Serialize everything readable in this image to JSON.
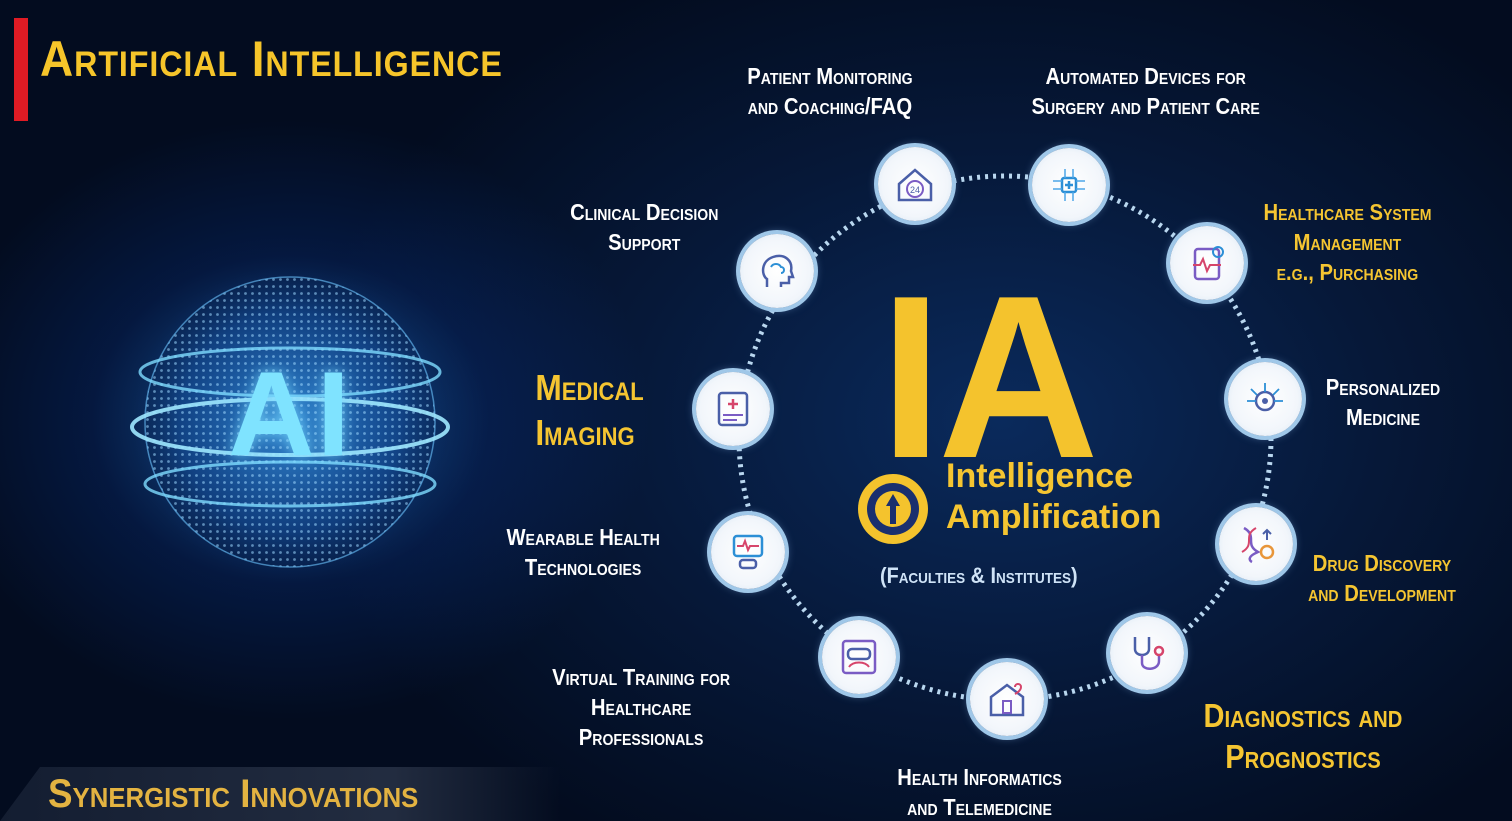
{
  "title": "Artificial Intelligence",
  "footer": "Synergistic Innovations",
  "globe_text": "AI",
  "center": {
    "big": "IA",
    "line1": "Intelligence",
    "line2": "Amplification",
    "faculties": "(Faculties & Institutes)"
  },
  "nodes": [
    {
      "id": "patient-monitoring",
      "icon": "house-24-icon",
      "lines": [
        "Patient Monitoring",
        "and Coaching/FAQ"
      ]
    },
    {
      "id": "automated-devices",
      "icon": "medical-cross-circuit-icon",
      "lines": [
        "Automated Devices for",
        "Surgery and Patient Care"
      ]
    },
    {
      "id": "healthcare-system",
      "icon": "health-clipboard-icon",
      "lines": [
        "Healthcare System",
        "Management",
        "e.g., Purchasing"
      ]
    },
    {
      "id": "personalized-medicine",
      "icon": "gear-circuit-icon",
      "lines": [
        "Personalized",
        "Medicine"
      ]
    },
    {
      "id": "drug-discovery",
      "icon": "dna-gear-icon",
      "lines": [
        "Drug Discovery",
        "and Development"
      ]
    },
    {
      "id": "diagnostics",
      "icon": "stethoscope-icon",
      "lines": [
        "Diagnostics and",
        "Prognostics"
      ]
    },
    {
      "id": "health-informatics",
      "icon": "telemedicine-icon",
      "lines": [
        "Health Informatics",
        "and Telemedicine"
      ]
    },
    {
      "id": "virtual-training",
      "icon": "vr-headset-icon",
      "lines": [
        "Virtual Training for",
        "Healthcare",
        "Professionals"
      ]
    },
    {
      "id": "wearable-health",
      "icon": "smartwatch-icon",
      "lines": [
        "Wearable Health",
        "Technologies"
      ]
    },
    {
      "id": "medical-imaging",
      "icon": "medical-tablet-icon",
      "lines": [
        "Medical",
        "Imaging"
      ]
    },
    {
      "id": "clinical-decision",
      "icon": "brain-head-icon",
      "lines": [
        "Clinical Decision",
        "Support"
      ]
    }
  ],
  "colors": {
    "gold": "#f5c531",
    "accent_red": "#e01b24",
    "node_ring": "#9fc7e8",
    "background": "#061838"
  }
}
